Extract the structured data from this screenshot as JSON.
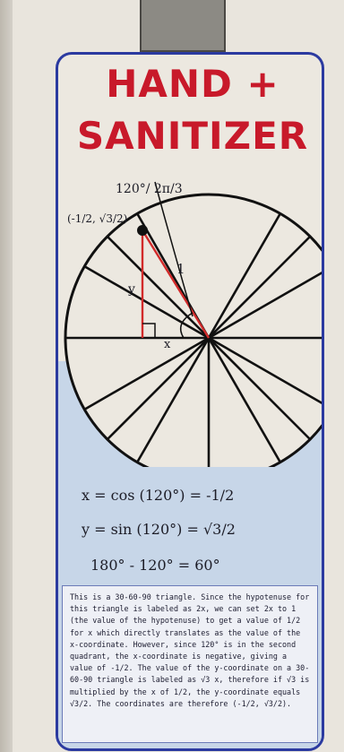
{
  "title": {
    "line1": "HAND +",
    "line2": "SANITIZER"
  },
  "diagram": {
    "angle_label": "120°/ 2π/3",
    "point_label": "(-1/2, √3/2)",
    "hyp_label": "1",
    "y_label": "y",
    "x_label": "x"
  },
  "equations": {
    "eq1": "x = cos (120°) = -1/2",
    "eq2": "y = sin (120°) = √3/2",
    "eq3": "180° - 120° = 60°"
  },
  "note": "This is a 30-60-90 triangle. Since the hypotenuse for this triangle is labeled as 2x, we can set 2x to 1 (the value of the hypotenuse) to get a value of 1/2 for x which directly translates as the value of the x-coordinate. However, since 120° is in the second quadrant, the x-coordinate is negative, giving a value of -1/2. The value of the y-coordinate on a 30-60-90 triangle is labeled as √3 x, therefore if √3 is multiplied by the x of 1/2, the y-coordinate equals √3/2. The coordinates are therefore (-1/2, √3/2).",
  "colors": {
    "title": "#c8192a",
    "outline": "#2b3aa0",
    "fill": "#c7d6e8",
    "red_line": "#d22a2a"
  }
}
